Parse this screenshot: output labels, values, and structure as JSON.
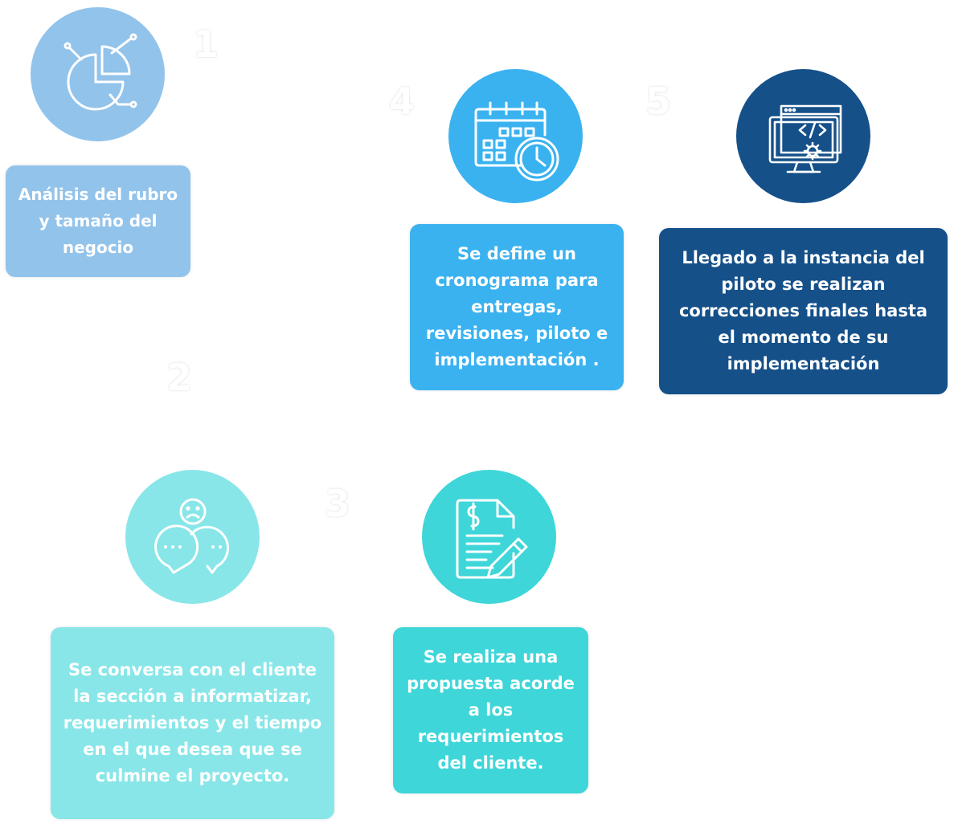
{
  "steps": [
    {
      "number": "1",
      "icon": "pie-chart-analytics-icon",
      "text": "Análisis del rubro y tamaño del negocio",
      "color": "#92c3eb"
    },
    {
      "number": "2",
      "icon": "conversation-bubbles-icon",
      "text": "Se conversa con el cliente la sección a informatizar, requerimientos y el tiempo en el que desea que se culmine el proyecto.",
      "color": "#89e6e8"
    },
    {
      "number": "3",
      "icon": "document-pencil-icon",
      "text": "Se realiza una propuesta acorde a los requerimientos del cliente.",
      "color": "#3ed6d9"
    },
    {
      "number": "4",
      "icon": "calendar-clock-icon",
      "text": "Se define un cronograma para entregas, revisiones, piloto e implementación .",
      "color": "#3ab2f0"
    },
    {
      "number": "5",
      "icon": "monitor-code-gear-icon",
      "text": "Llegado a la instancia del piloto se realizan correcciones finales hasta el momento de su implementación",
      "color": "#155089"
    }
  ]
}
